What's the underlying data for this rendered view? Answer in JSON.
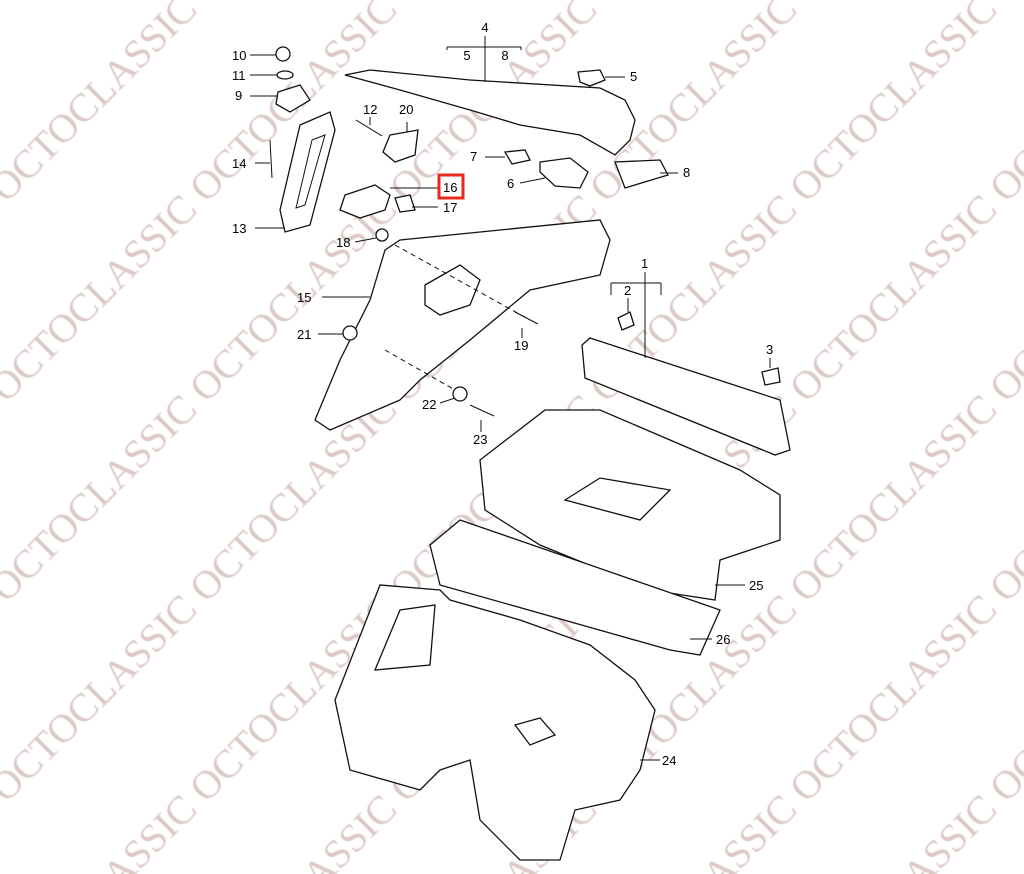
{
  "watermark": "OCTOCLASSIC",
  "highlight_color": "#e8291c",
  "highlighted_part": "16",
  "labels": {
    "p1": "1",
    "p2": "2",
    "p3": "3",
    "p4": "4",
    "p5": "5",
    "p5b": "5",
    "p6": "6",
    "p7": "7",
    "p8": "8",
    "p8b": "8",
    "p9": "9",
    "p10": "10",
    "p11": "11",
    "p12": "12",
    "p13": "13",
    "p14": "14",
    "p15": "15",
    "p16": "16",
    "p17": "17",
    "p18": "18",
    "p19": "19",
    "p20": "20",
    "p21": "21",
    "p22": "22",
    "p23": "23",
    "p24": "24",
    "p25": "25",
    "p26": "26"
  }
}
